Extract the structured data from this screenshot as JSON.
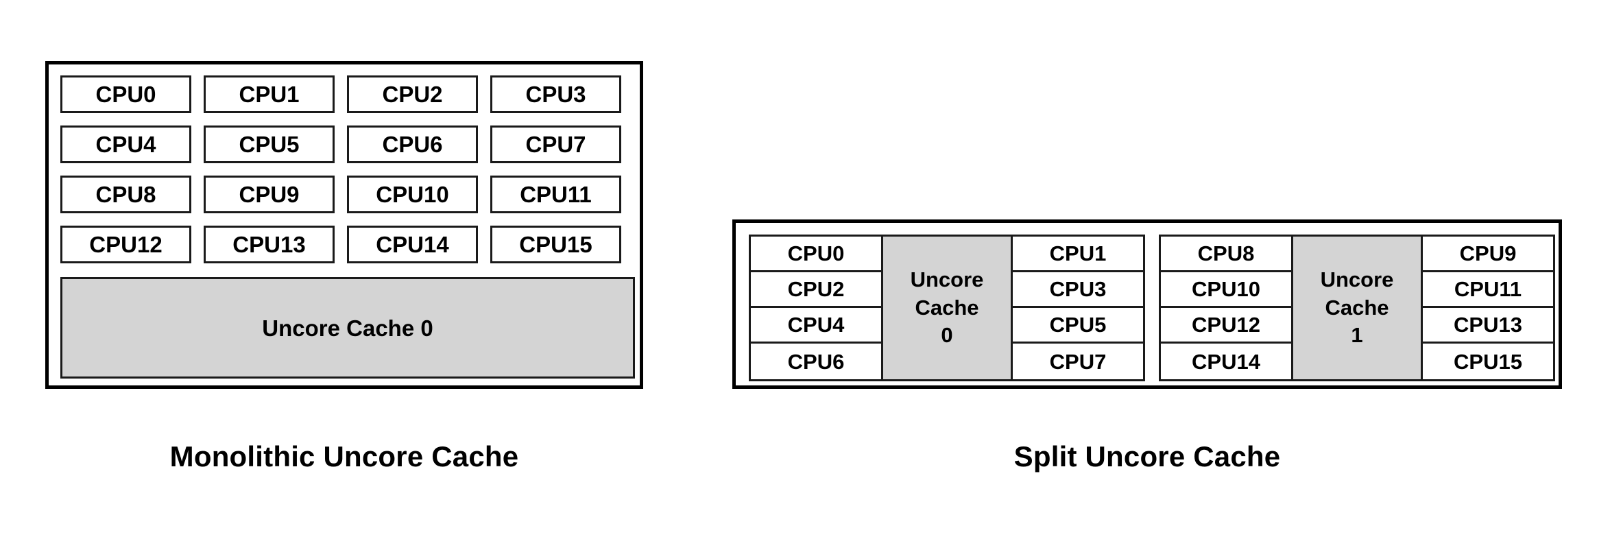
{
  "figures": {
    "monolithic": {
      "caption": "Monolithic Uncore Cache",
      "cpus": [
        "CPU0",
        "CPU1",
        "CPU2",
        "CPU3",
        "CPU4",
        "CPU5",
        "CPU6",
        "CPU7",
        "CPU8",
        "CPU9",
        "CPU10",
        "CPU11",
        "CPU12",
        "CPU13",
        "CPU14",
        "CPU15"
      ],
      "cache_label": "Uncore Cache 0",
      "cache_fill": "#d4d4d4"
    },
    "split": {
      "caption": "Split Uncore Cache",
      "groups": [
        {
          "left_cpus": [
            "CPU0",
            "CPU2",
            "CPU4",
            "CPU6"
          ],
          "cache_lines": [
            "Uncore",
            "Cache",
            "0"
          ],
          "right_cpus": [
            "CPU1",
            "CPU3",
            "CPU5",
            "CPU7"
          ]
        },
        {
          "left_cpus": [
            "CPU8",
            "CPU10",
            "CPU12",
            "CPU14"
          ],
          "cache_lines": [
            "Uncore",
            "Cache",
            "1"
          ],
          "right_cpus": [
            "CPU9",
            "CPU11",
            "CPU13",
            "CPU15"
          ]
        }
      ],
      "cache_fill": "#d4d4d4"
    }
  },
  "colors": {
    "background": "#ffffff",
    "stroke": "#000000",
    "cache_gray": "#d4d4d4",
    "text": "#000000"
  }
}
